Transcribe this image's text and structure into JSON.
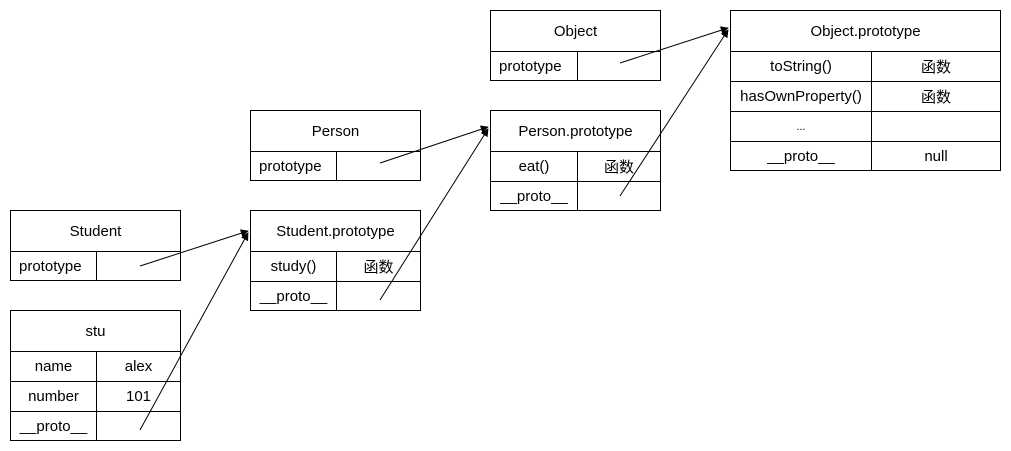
{
  "boxes": {
    "object": {
      "title": "Object",
      "rows": [
        [
          "prototype",
          ""
        ]
      ]
    },
    "object_prototype": {
      "title": "Object.prototype",
      "rows": [
        [
          "toString()",
          "函数"
        ],
        [
          "hasOwnProperty()",
          "函数"
        ],
        [
          "...",
          ""
        ],
        [
          "__proto__",
          "null"
        ]
      ]
    },
    "person": {
      "title": "Person",
      "rows": [
        [
          "prototype",
          ""
        ]
      ]
    },
    "person_prototype": {
      "title": "Person.prototype",
      "rows": [
        [
          "eat()",
          "函数"
        ],
        [
          "__proto__",
          ""
        ]
      ]
    },
    "student": {
      "title": "Student",
      "rows": [
        [
          "prototype",
          ""
        ]
      ]
    },
    "student_prototype": {
      "title": "Student.prototype",
      "rows": [
        [
          "study()",
          "函数"
        ],
        [
          "__proto__",
          ""
        ]
      ]
    },
    "stu": {
      "title": "stu",
      "rows": [
        [
          "name",
          "alex"
        ],
        [
          "number",
          "101"
        ],
        [
          "__proto__",
          ""
        ]
      ]
    }
  },
  "colors": {
    "stroke": "#000000",
    "background": "#ffffff"
  }
}
